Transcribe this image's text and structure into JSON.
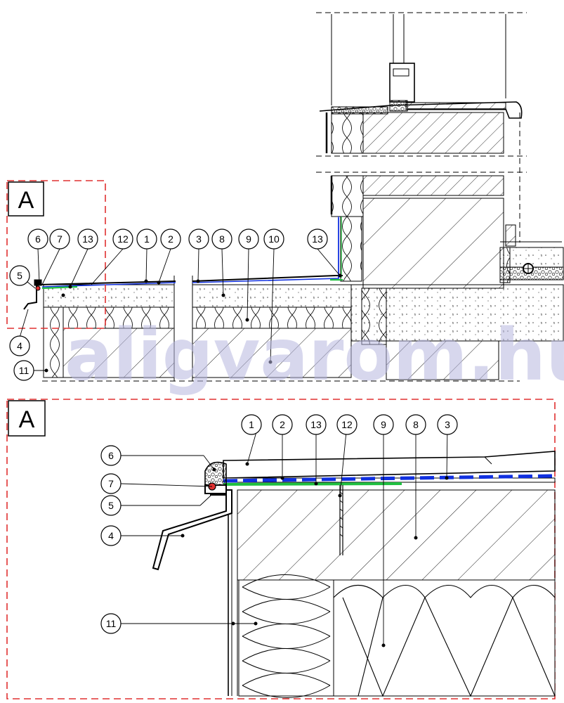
{
  "section_marks": {
    "top": "A",
    "detail": "A"
  },
  "watermark": "aligvarom.hu",
  "colors": {
    "line": "#000000",
    "detail_frame": "#e03030",
    "membrane_blue": "#1030e0",
    "foil_green": "#20c040",
    "watermark": "#b8b8e0"
  },
  "top_callouts": [
    {
      "id": "t6",
      "label": "6"
    },
    {
      "id": "t7",
      "label": "7"
    },
    {
      "id": "t13a",
      "label": "13"
    },
    {
      "id": "t12",
      "label": "12"
    },
    {
      "id": "t1",
      "label": "1"
    },
    {
      "id": "t2",
      "label": "2"
    },
    {
      "id": "t3",
      "label": "3"
    },
    {
      "id": "t8",
      "label": "8"
    },
    {
      "id": "t9",
      "label": "9"
    },
    {
      "id": "t10",
      "label": "10"
    },
    {
      "id": "t13b",
      "label": "13"
    },
    {
      "id": "t5",
      "label": "5"
    },
    {
      "id": "t4",
      "label": "4"
    },
    {
      "id": "t11",
      "label": "11"
    }
  ],
  "detail_callouts": [
    {
      "id": "d1",
      "label": "1"
    },
    {
      "id": "d2",
      "label": "2"
    },
    {
      "id": "d13",
      "label": "13"
    },
    {
      "id": "d12",
      "label": "12"
    },
    {
      "id": "d9",
      "label": "9"
    },
    {
      "id": "d8",
      "label": "8"
    },
    {
      "id": "d3",
      "label": "3"
    },
    {
      "id": "d6",
      "label": "6"
    },
    {
      "id": "d7",
      "label": "7"
    },
    {
      "id": "d5",
      "label": "5"
    },
    {
      "id": "d4",
      "label": "4"
    },
    {
      "id": "d11",
      "label": "11"
    }
  ]
}
